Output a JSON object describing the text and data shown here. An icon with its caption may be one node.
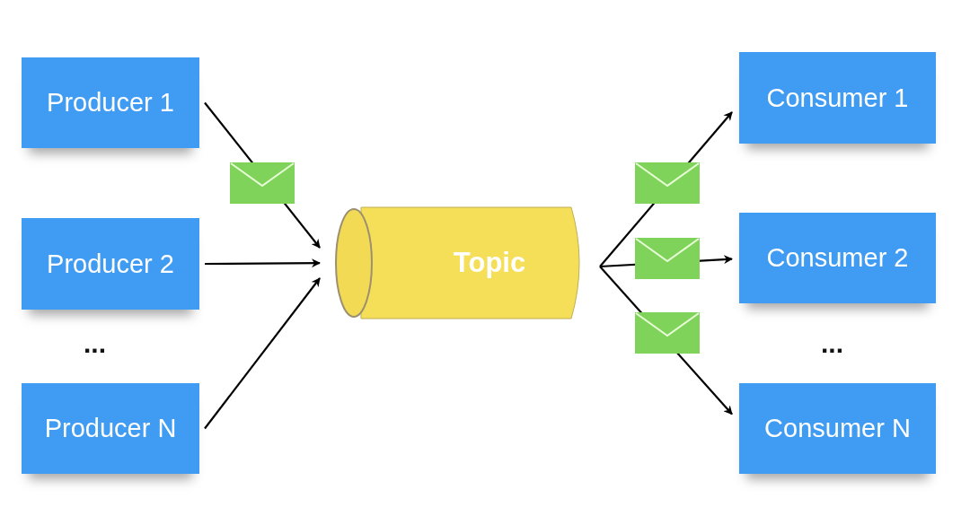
{
  "diagram": {
    "nodes": [
      {
        "text": [
          "Producer 1"
        ]
      },
      {
        "text": [
          "Producer 2"
        ]
      },
      {
        "text": [
          "Producer N"
        ]
      },
      {
        "text": [
          "Topic"
        ]
      },
      {
        "text": [
          "Consumer 1"
        ]
      },
      {
        "text": [
          "Consumer 2"
        ]
      },
      {
        "text": [
          "Consumer N"
        ]
      }
    ],
    "edges": [
      {
        "from": 0,
        "to": 3,
        "arrow": "to"
      },
      {
        "from": 1,
        "to": 3,
        "arrow": "to"
      },
      {
        "from": 2,
        "to": 3,
        "arrow": "to"
      },
      {
        "from": 3,
        "to": 4,
        "arrow": "to"
      },
      {
        "from": 3,
        "to": 5,
        "arrow": "to"
      },
      {
        "from": 3,
        "to": 6,
        "arrow": "to"
      }
    ],
    "labels": [
      "...",
      "..."
    ]
  }
}
